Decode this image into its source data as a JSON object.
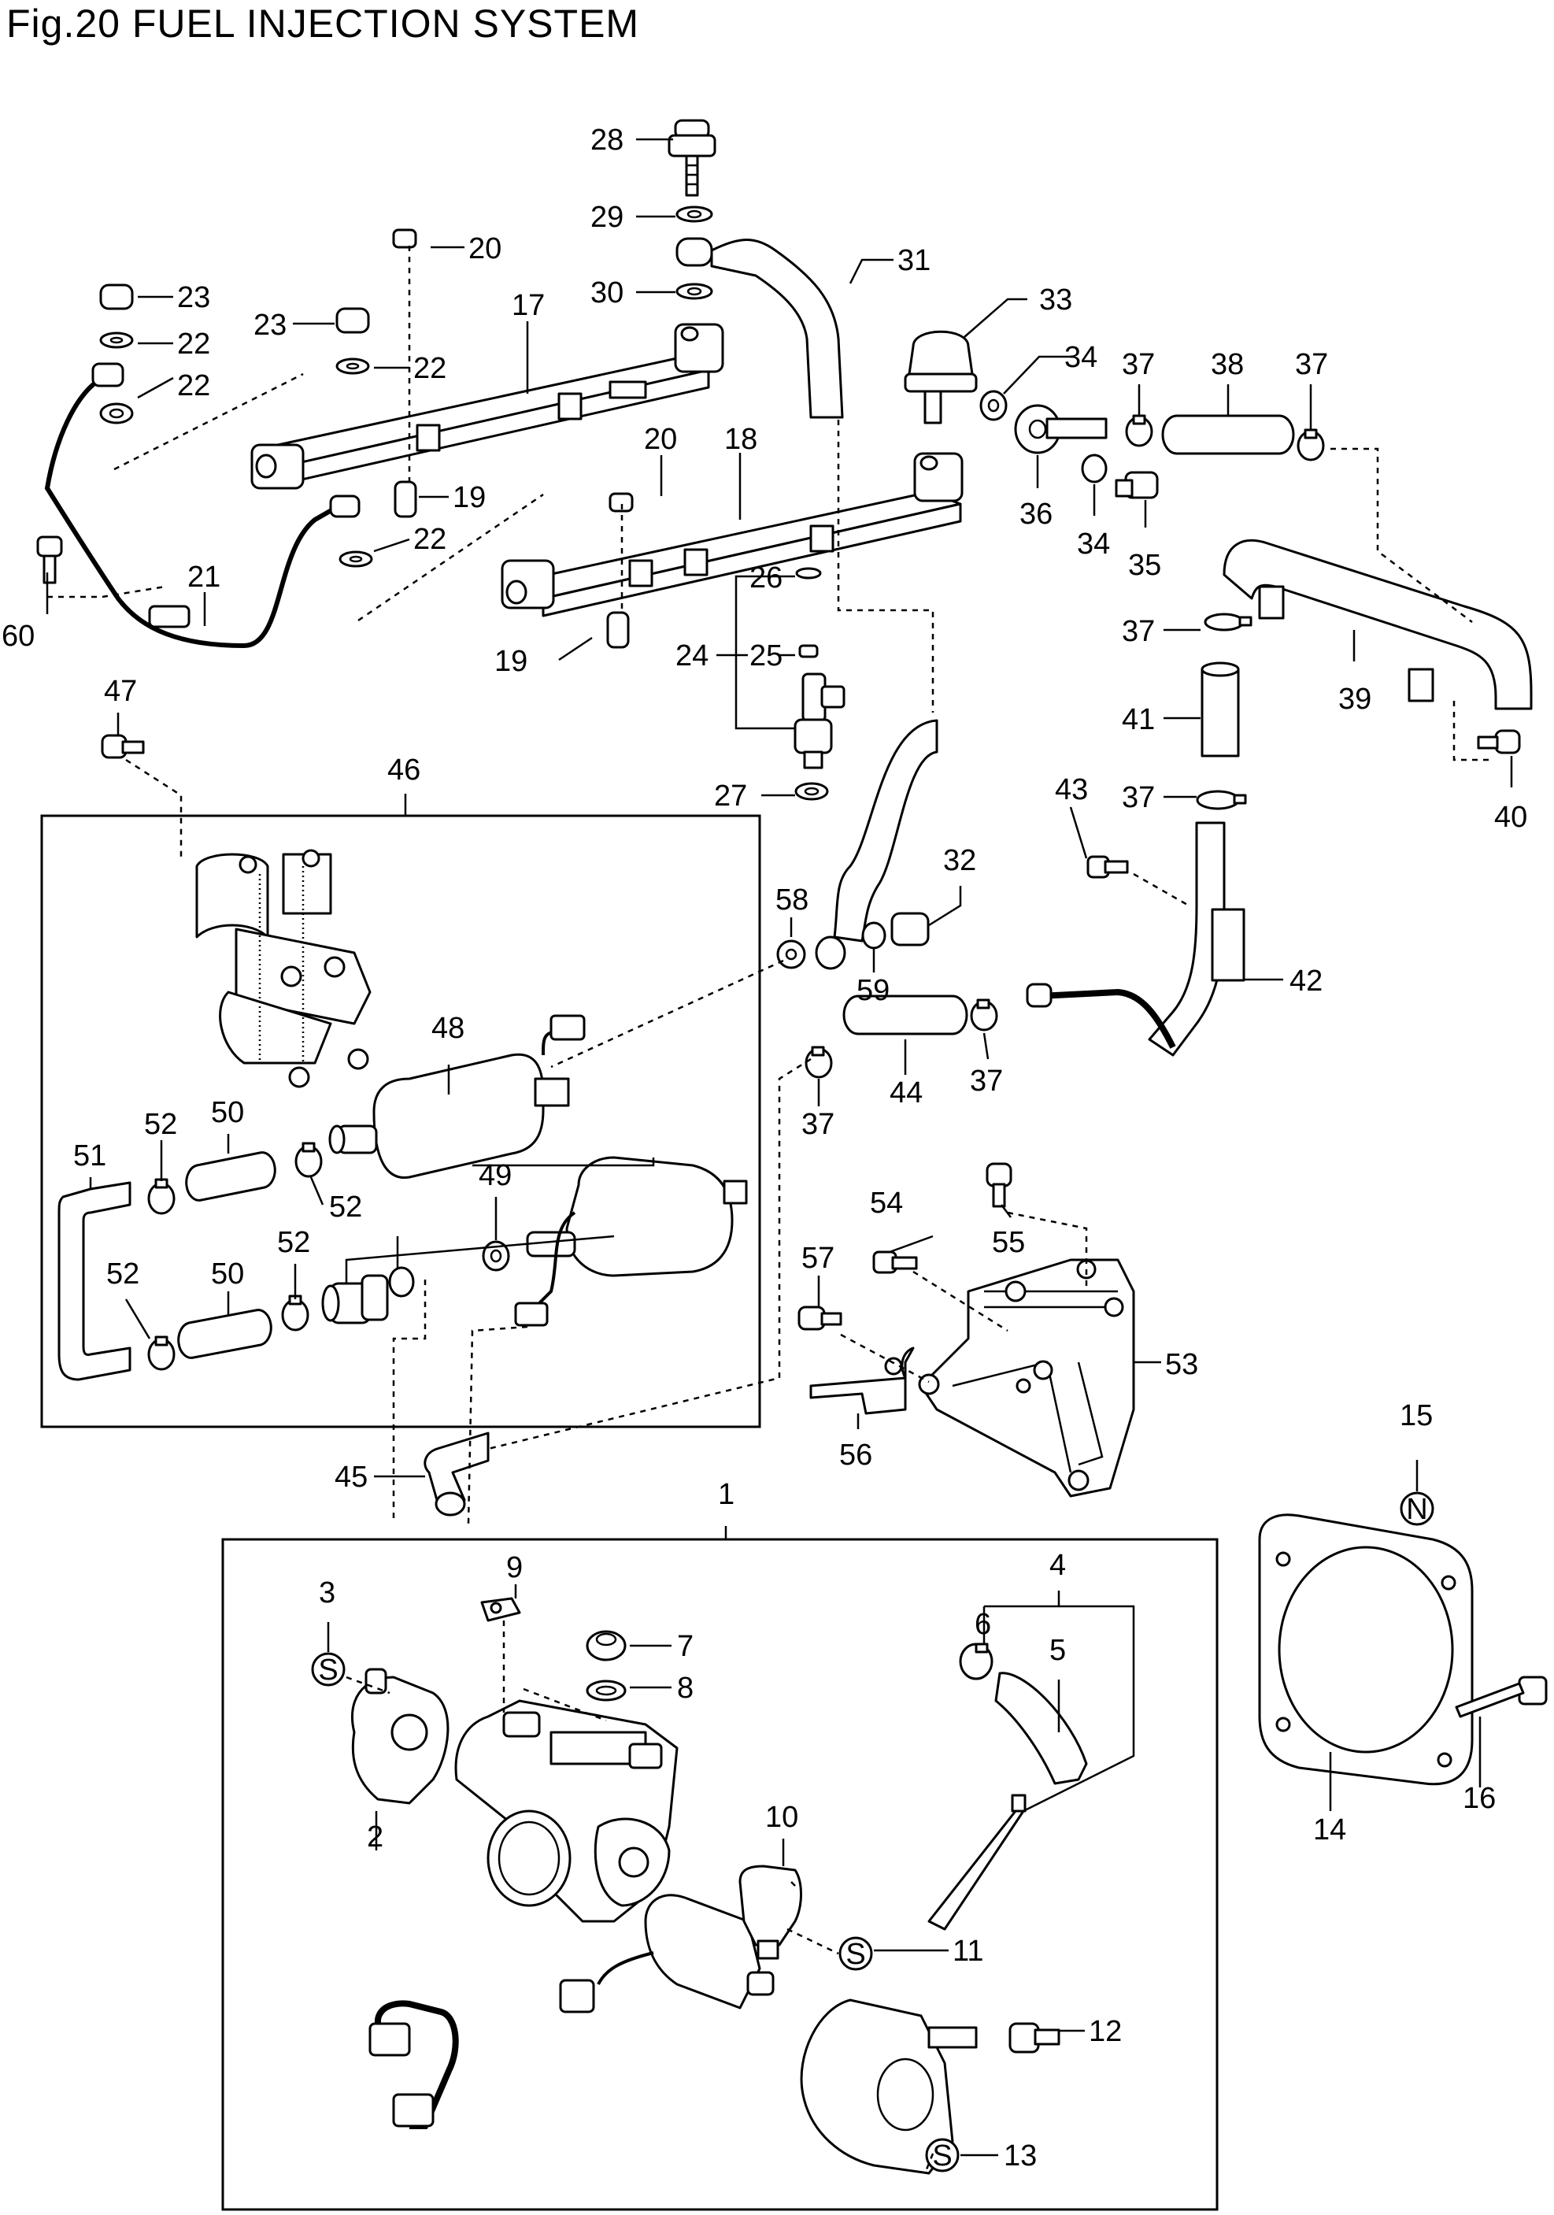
{
  "title": "Fig.20 FUEL INJECTION SYSTEM",
  "callouts": [
    {
      "id": "c28",
      "text": "28"
    },
    {
      "id": "c29",
      "text": "29"
    },
    {
      "id": "c30",
      "text": "30"
    },
    {
      "id": "c31",
      "text": "31"
    },
    {
      "id": "c20a",
      "text": "20"
    },
    {
      "id": "c23a",
      "text": "23"
    },
    {
      "id": "c22a",
      "text": "22"
    },
    {
      "id": "c22b",
      "text": "22"
    },
    {
      "id": "c17",
      "text": "17"
    },
    {
      "id": "c23b",
      "text": "23"
    },
    {
      "id": "c22c",
      "text": "22"
    },
    {
      "id": "c19a",
      "text": "19"
    },
    {
      "id": "c22d",
      "text": "22"
    },
    {
      "id": "c21",
      "text": "21"
    },
    {
      "id": "c60",
      "text": "60"
    },
    {
      "id": "c20b",
      "text": "20"
    },
    {
      "id": "c18",
      "text": "18"
    },
    {
      "id": "c26",
      "text": "26"
    },
    {
      "id": "c24",
      "text": "24"
    },
    {
      "id": "c25",
      "text": "25"
    },
    {
      "id": "c19b",
      "text": "19"
    },
    {
      "id": "c27",
      "text": "27"
    },
    {
      "id": "c33",
      "text": "33"
    },
    {
      "id": "c34a",
      "text": "34"
    },
    {
      "id": "c37a",
      "text": "37"
    },
    {
      "id": "c38",
      "text": "38"
    },
    {
      "id": "c37b",
      "text": "37"
    },
    {
      "id": "c36",
      "text": "36"
    },
    {
      "id": "c34b",
      "text": "34"
    },
    {
      "id": "c35",
      "text": "35"
    },
    {
      "id": "c37c",
      "text": "37"
    },
    {
      "id": "c39",
      "text": "39"
    },
    {
      "id": "c41",
      "text": "41"
    },
    {
      "id": "c37d",
      "text": "37"
    },
    {
      "id": "c40",
      "text": "40"
    },
    {
      "id": "c43",
      "text": "43"
    },
    {
      "id": "c32",
      "text": "32"
    },
    {
      "id": "c58",
      "text": "58"
    },
    {
      "id": "c59",
      "text": "59"
    },
    {
      "id": "c42",
      "text": "42"
    },
    {
      "id": "c37e",
      "text": "37"
    },
    {
      "id": "c44",
      "text": "44"
    },
    {
      "id": "c37f",
      "text": "37"
    },
    {
      "id": "c47",
      "text": "47"
    },
    {
      "id": "c46",
      "text": "46"
    },
    {
      "id": "c48",
      "text": "48"
    },
    {
      "id": "c50a",
      "text": "50"
    },
    {
      "id": "c52a",
      "text": "52"
    },
    {
      "id": "c51",
      "text": "51"
    },
    {
      "id": "c52b",
      "text": "52"
    },
    {
      "id": "c49",
      "text": "49"
    },
    {
      "id": "c52c",
      "text": "52"
    },
    {
      "id": "c52d",
      "text": "52"
    },
    {
      "id": "c50b",
      "text": "50"
    },
    {
      "id": "c54",
      "text": "54"
    },
    {
      "id": "c55",
      "text": "55"
    },
    {
      "id": "c57",
      "text": "57"
    },
    {
      "id": "c53",
      "text": "53"
    },
    {
      "id": "c56",
      "text": "56"
    },
    {
      "id": "c45",
      "text": "45"
    },
    {
      "id": "c1",
      "text": "1"
    },
    {
      "id": "c15",
      "text": "15"
    },
    {
      "id": "c9",
      "text": "9"
    },
    {
      "id": "c3",
      "text": "3"
    },
    {
      "id": "c7",
      "text": "7"
    },
    {
      "id": "c8",
      "text": "8"
    },
    {
      "id": "c4",
      "text": "4"
    },
    {
      "id": "c6",
      "text": "6"
    },
    {
      "id": "c5",
      "text": "5"
    },
    {
      "id": "c2",
      "text": "2"
    },
    {
      "id": "c10",
      "text": "10"
    },
    {
      "id": "c11",
      "text": "11"
    },
    {
      "id": "c12",
      "text": "12"
    },
    {
      "id": "c13",
      "text": "13"
    },
    {
      "id": "c14",
      "text": "14"
    },
    {
      "id": "c16",
      "text": "16"
    }
  ],
  "symbols": {
    "s": "S",
    "n": "N"
  }
}
